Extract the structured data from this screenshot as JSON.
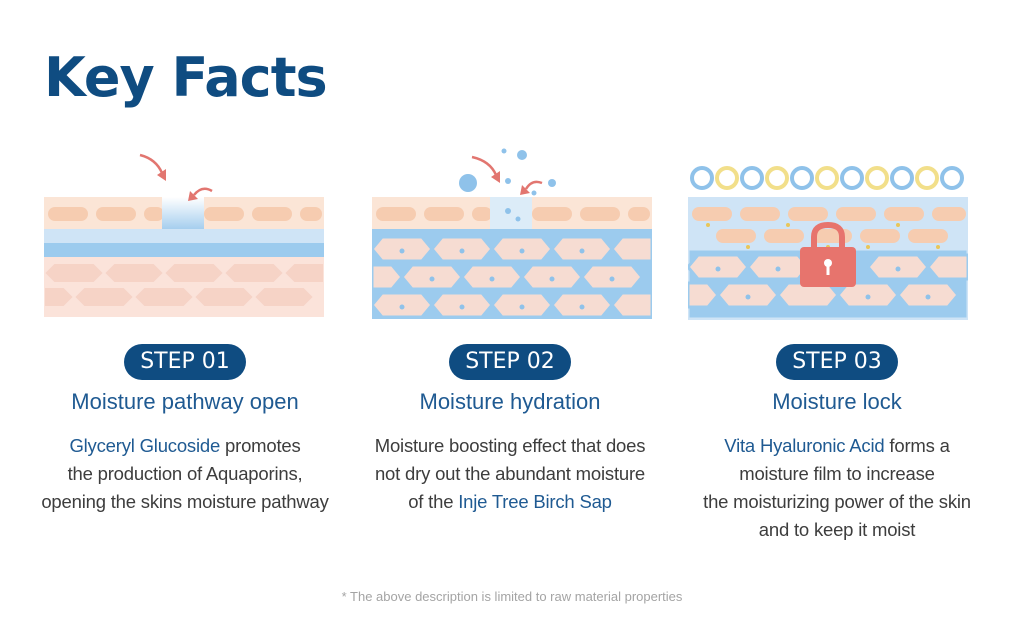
{
  "title": "Key Facts",
  "colors": {
    "brand": "#0f4c81",
    "accent_text": "#1f5a92",
    "skin_peach": "#f6ccb0",
    "skin_pink": "#f6dcd2",
    "moisture_blue": "#8fc2ea",
    "arrow_red": "#e27670",
    "lock_red": "#e7746d",
    "film_yellow": "#f2df8a"
  },
  "steps": [
    {
      "badge": "STEP 01",
      "heading": "Moisture pathway open",
      "desc": {
        "hl1": "Glyceryl Glucoside",
        "t1": " promotes",
        "line2": "the production of Aquaporins,",
        "line3": "opening the skins moisture pathway"
      }
    },
    {
      "badge": "STEP 02",
      "heading": "Moisture hydration",
      "desc": {
        "line1": "Moisture boosting effect that does",
        "line2": "not dry out the abundant moisture",
        "t3": "of the ",
        "hl3": "Inje Tree Birch Sap"
      }
    },
    {
      "badge": "STEP 03",
      "heading": "Moisture lock",
      "desc": {
        "hl1": "Vita Hyaluronic Acid",
        "t1": " forms a",
        "line2": "moisture film to increase",
        "line3": "the moisturizing power of the skin",
        "line4": "and to keep it moist"
      }
    }
  ],
  "footnote": "* The above description is limited to raw material properties"
}
